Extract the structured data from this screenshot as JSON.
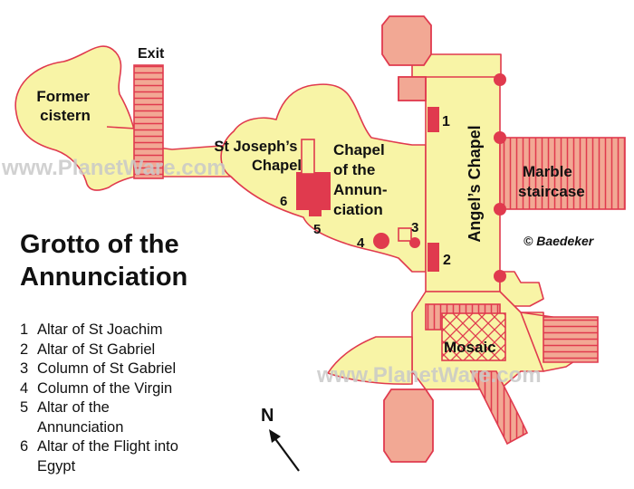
{
  "title": [
    "Grotto of the",
    "Annunciation"
  ],
  "labels": {
    "exit": "Exit",
    "former_cistern": [
      "Former",
      "cistern"
    ],
    "st_josephs_chapel": [
      "St Joseph’s",
      "Chapel"
    ],
    "chapel_of_the_annunciation": [
      "Chapel",
      "of the",
      "Annun-",
      "ciation"
    ],
    "angels_chapel": "Angel’s Chapel",
    "marble_staircase": [
      "Marble",
      "staircase"
    ],
    "mosaic": "Mosaic",
    "north": "N"
  },
  "credit": "© Baedeker",
  "watermark": "www.PlanetWare.com",
  "markers": [
    "1",
    "2",
    "3",
    "4",
    "5",
    "6"
  ],
  "legend": [
    {
      "num": "1",
      "text": "Altar of St Joachim"
    },
    {
      "num": "2",
      "text": "Altar of St Gabriel"
    },
    {
      "num": "3",
      "text": "Column of St Gabriel"
    },
    {
      "num": "4",
      "text": "Column of the Virgin"
    },
    {
      "num": "5",
      "text": "Altar of the Annunciation"
    },
    {
      "num": "6",
      "text": "Altar of the Flight into Egypt"
    }
  ],
  "colors": {
    "floor": "#f8f4a6",
    "wall": "#e03a4e",
    "stair_fill": "#f2a894",
    "text": "#111111"
  }
}
